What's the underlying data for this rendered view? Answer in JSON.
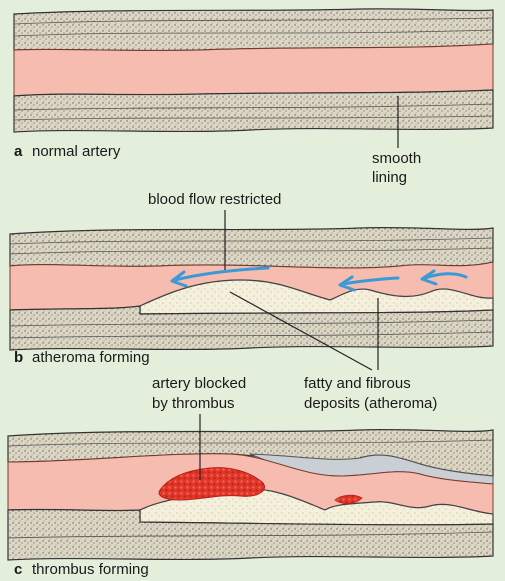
{
  "panels": [
    {
      "letter": "a",
      "caption": "normal artery"
    },
    {
      "letter": "b",
      "caption": "atheroma forming"
    },
    {
      "letter": "c",
      "caption": "thrombus forming"
    }
  ],
  "labels": {
    "smooth_lining_1": "smooth",
    "smooth_lining_2": "lining",
    "blood_flow": "blood flow restricted",
    "deposits_1": "fatty and fibrous",
    "deposits_2": "deposits (atheroma)",
    "blocked_1": "artery blocked",
    "blocked_2": "by thrombus"
  },
  "colors": {
    "background": "#e4efdb",
    "wall": "#d9d4c3",
    "lumen": "#f6bcb0",
    "plaque": "#f4efd9",
    "flow_arrow": "#3a9ad8",
    "thrombus": "#e0372a"
  }
}
